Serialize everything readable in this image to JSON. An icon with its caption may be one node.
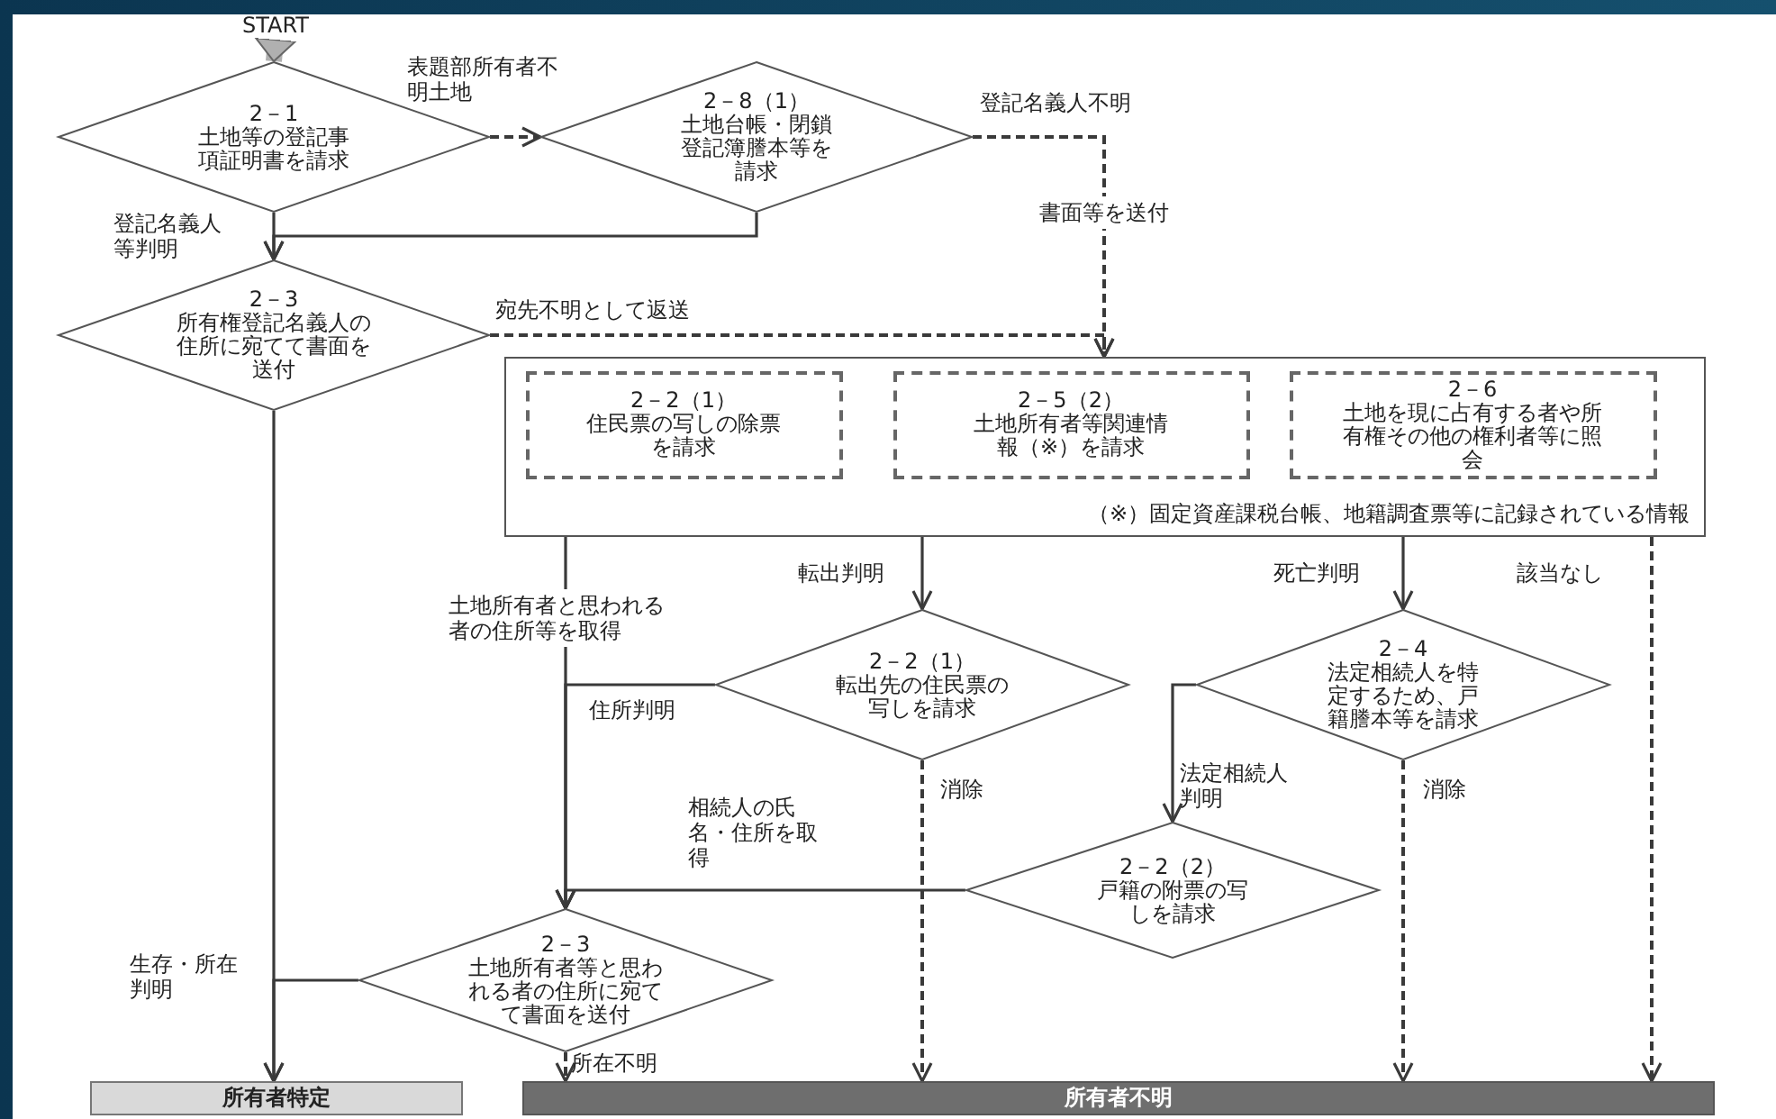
{
  "diagram": {
    "nodes": [
      {
        "text": [
          "START"
        ]
      },
      {
        "text": [
          "2－1",
          "土地等の登記事項証明書を請求"
        ]
      },
      {
        "text": [
          "2－8（1）",
          "土地台帳・閉鎖登記簿謄本等を請求"
        ]
      },
      {
        "text": [
          "2－3",
          "所有権登記名義人の住所に宛てて書面を送付"
        ]
      },
      {
        "text": [
          "（※）固定資産課税台帳、地籍調査票等に記録されている情報"
        ]
      },
      {
        "text": [
          "2－2（1）",
          "住民票の写しの除票を請求"
        ],
        "in": 4
      },
      {
        "text": [
          "2－5（2）",
          "土地所有者等関連情報（※）を請求"
        ],
        "in": 4
      },
      {
        "text": [
          "2－6",
          "土地を現に占有する者や所有権その他の権利者等に照会"
        ],
        "in": 4
      },
      {
        "text": [
          "2－2（1）",
          "転出先の住民票の写しを請求"
        ]
      },
      {
        "text": [
          "2－4",
          "法定相続人を特定するため、戸籍謄本等を請求"
        ]
      },
      {
        "text": [
          "2－2（2）",
          "戸籍の附票の写しを請求"
        ]
      },
      {
        "text": [
          "2－3",
          "土地所有者等と思われる者の住所に宛てて書面を送付"
        ]
      },
      {
        "text": [
          "所有者特定"
        ]
      },
      {
        "text": [
          "所有者不明"
        ]
      }
    ],
    "edges": [
      {
        "from": 0,
        "to": 1,
        "arrow": "to",
        "style": "thick",
        "color": "#b0b0b0"
      },
      {
        "from": 1,
        "to": 2,
        "arrow": "to",
        "style": "dashed",
        "label": "表題部所有者不明土地"
      },
      {
        "from": 1,
        "to": 3,
        "arrow": "to",
        "label": "登記名義人等判明"
      },
      {
        "from": 2,
        "to": 3,
        "arrow": "to"
      },
      {
        "from": 2,
        "to": 4,
        "arrow": "to",
        "style": "dashed",
        "label": "登記名義人不明"
      },
      {
        "from": 3,
        "to": 4,
        "arrow": "to",
        "style": "dashed",
        "label": "宛先不明として返送"
      },
      {
        "from": 3,
        "to": 12,
        "arrow": "to"
      },
      {
        "from": 4,
        "to": 8,
        "arrow": "to",
        "label": "転出判明"
      },
      {
        "from": 4,
        "to": 9,
        "arrow": "to",
        "label": "死亡判明"
      },
      {
        "from": 4,
        "to": 13,
        "arrow": "to",
        "style": "dashed",
        "label": "該当なし"
      },
      {
        "from": 4,
        "to": 11,
        "arrow": "to",
        "label": "土地所有者と思われる者の住所等を取得"
      },
      {
        "from": 8,
        "to": 11,
        "arrow": "to",
        "label": "住所判明"
      },
      {
        "from": 8,
        "to": 13,
        "arrow": "to",
        "style": "dashed",
        "label": "消除"
      },
      {
        "from": 9,
        "to": 10,
        "arrow": "to",
        "label": "法定相続人判明"
      },
      {
        "from": 9,
        "to": 13,
        "arrow": "to",
        "style": "dashed",
        "label": "消除"
      },
      {
        "from": 10,
        "to": 11,
        "arrow": "to",
        "label": "相続人の氏名・住所を取得"
      },
      {
        "from": 11,
        "to": 12,
        "arrow": "to",
        "label": "生存・所在判明"
      },
      {
        "from": 11,
        "to": 13,
        "arrow": "to",
        "style": "dashed",
        "label": "所在不明"
      }
    ],
    "labels": [
      "書面等を送付"
    ]
  }
}
